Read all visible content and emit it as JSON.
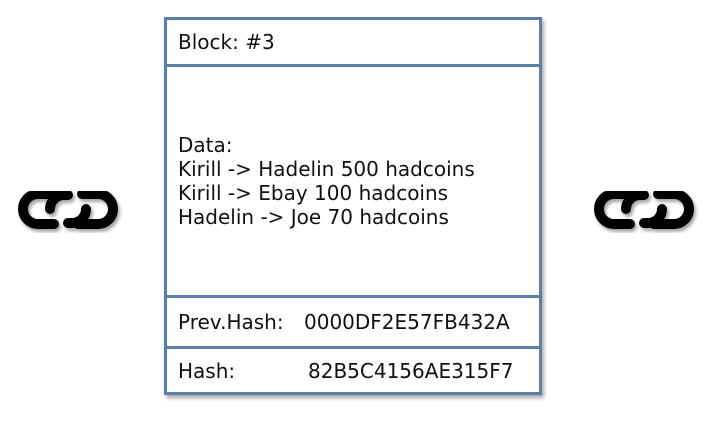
{
  "block": {
    "title": "Block: #3",
    "data_label": "Data:",
    "data_lines": [
      "Kirill -> Hadelin 500 hadcoins",
      "Kirill -> Ebay 100 hadcoins",
      "Hadelin -> Joe 70 hadcoins"
    ],
    "prev_hash_label": "Prev.Hash:",
    "prev_hash_value": "0000DF2E57FB432A",
    "hash_label": "Hash:",
    "hash_value": "82B5C4156AE315F7"
  },
  "icons": {
    "left": "chain-link-icon",
    "right": "chain-link-icon"
  },
  "colors": {
    "border": "#5b7fa8",
    "icon": "#000000"
  }
}
